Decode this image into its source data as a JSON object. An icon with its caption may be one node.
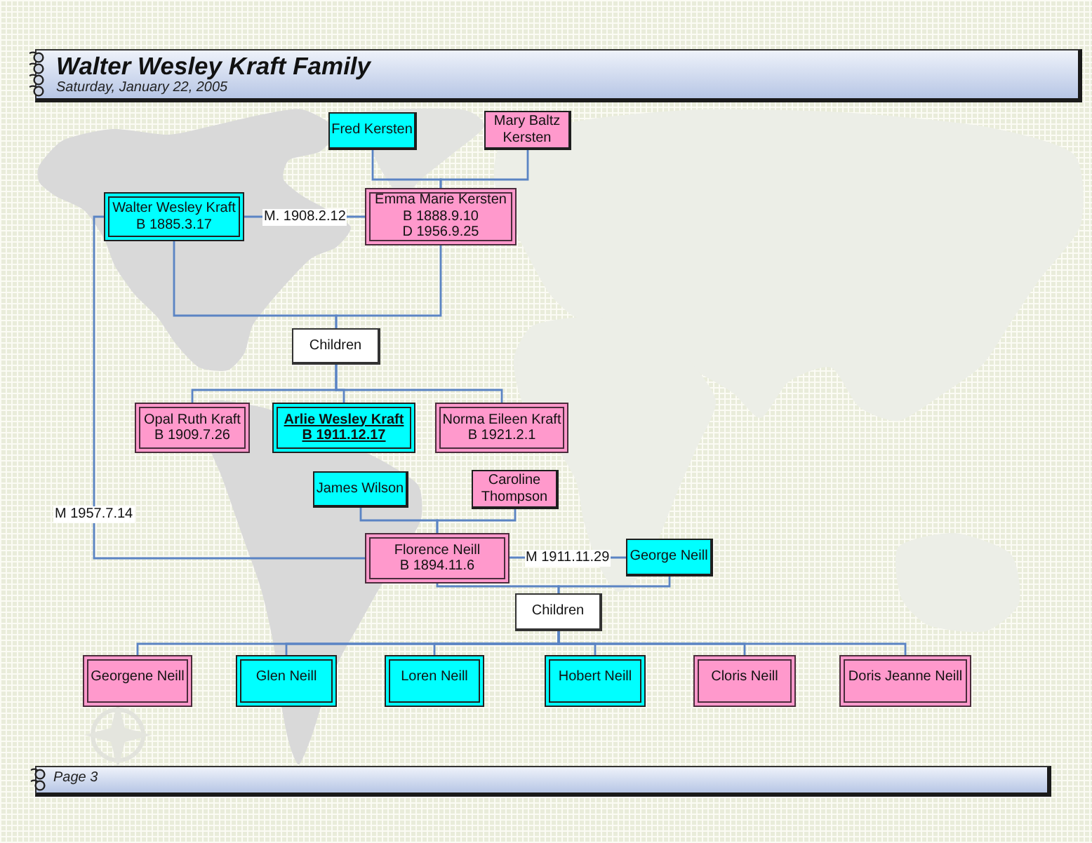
{
  "diagram": {
    "title": "Walter Wesley Kraft Family",
    "nodes": [
      {
        "text": [
          "Fred Kersten"
        ]
      },
      {
        "text": [
          "Mary Baltz Kersten"
        ]
      },
      {
        "text": [
          "Walter Wesley Kraft",
          "B 1885.3.17"
        ]
      },
      {
        "text": [
          "Emma Marie Kersten",
          "B 1888.9.10",
          "D 1956.9.25"
        ]
      },
      {
        "text": [
          "Children"
        ]
      },
      {
        "text": [
          "Opal Ruth Kraft",
          "B 1909.7.26"
        ]
      },
      {
        "text": [
          "Arlie Wesley Kraft",
          "B 1911.12.17"
        ]
      },
      {
        "text": [
          "Norma Eileen Kraft",
          "B 1921.2.1"
        ]
      },
      {
        "text": [
          "James Wilson"
        ]
      },
      {
        "text": [
          "Caroline Thompson"
        ]
      },
      {
        "text": [
          "Florence Neill",
          "B 1894.11.6"
        ]
      },
      {
        "text": [
          "George Neill"
        ]
      },
      {
        "text": [
          "Children"
        ]
      },
      {
        "text": [
          "Georgene Neill"
        ]
      },
      {
        "text": [
          "Glen Neill"
        ]
      },
      {
        "text": [
          "Loren Neill"
        ]
      },
      {
        "text": [
          "Hobert Neill"
        ]
      },
      {
        "text": [
          "Cloris Neill"
        ]
      },
      {
        "text": [
          "Doris Jeanne Neill"
        ]
      }
    ],
    "edges": [
      {
        "from": 0,
        "to": 3,
        "arrow": "none"
      },
      {
        "from": 1,
        "to": 3,
        "arrow": "none"
      },
      {
        "from": 2,
        "to": 3,
        "arrow": "none",
        "label": "M. 1908.2.12"
      },
      {
        "from": 2,
        "to": 4,
        "arrow": "none"
      },
      {
        "from": 3,
        "to": 4,
        "arrow": "none"
      },
      {
        "from": 4,
        "to": 5,
        "arrow": "none"
      },
      {
        "from": 4,
        "to": 6,
        "arrow": "none"
      },
      {
        "from": 4,
        "to": 7,
        "arrow": "none"
      },
      {
        "from": 2,
        "to": 10,
        "arrow": "none",
        "label": "M 1957.7.14"
      },
      {
        "from": 8,
        "to": 10,
        "arrow": "none"
      },
      {
        "from": 9,
        "to": 10,
        "arrow": "none"
      },
      {
        "from": 10,
        "to": 11,
        "arrow": "none",
        "label": "M 1911.11.29"
      },
      {
        "from": 10,
        "to": 12,
        "arrow": "none"
      },
      {
        "from": 11,
        "to": 12,
        "arrow": "none"
      },
      {
        "from": 12,
        "to": 13,
        "arrow": "none"
      },
      {
        "from": 12,
        "to": 14,
        "arrow": "none"
      },
      {
        "from": 12,
        "to": 15,
        "arrow": "none"
      },
      {
        "from": 12,
        "to": 16,
        "arrow": "none"
      },
      {
        "from": 12,
        "to": 17,
        "arrow": "none"
      },
      {
        "from": 12,
        "to": 18,
        "arrow": "none"
      }
    ],
    "labels": [
      "Saturday, January 22, 2005",
      "Page 3"
    ]
  }
}
